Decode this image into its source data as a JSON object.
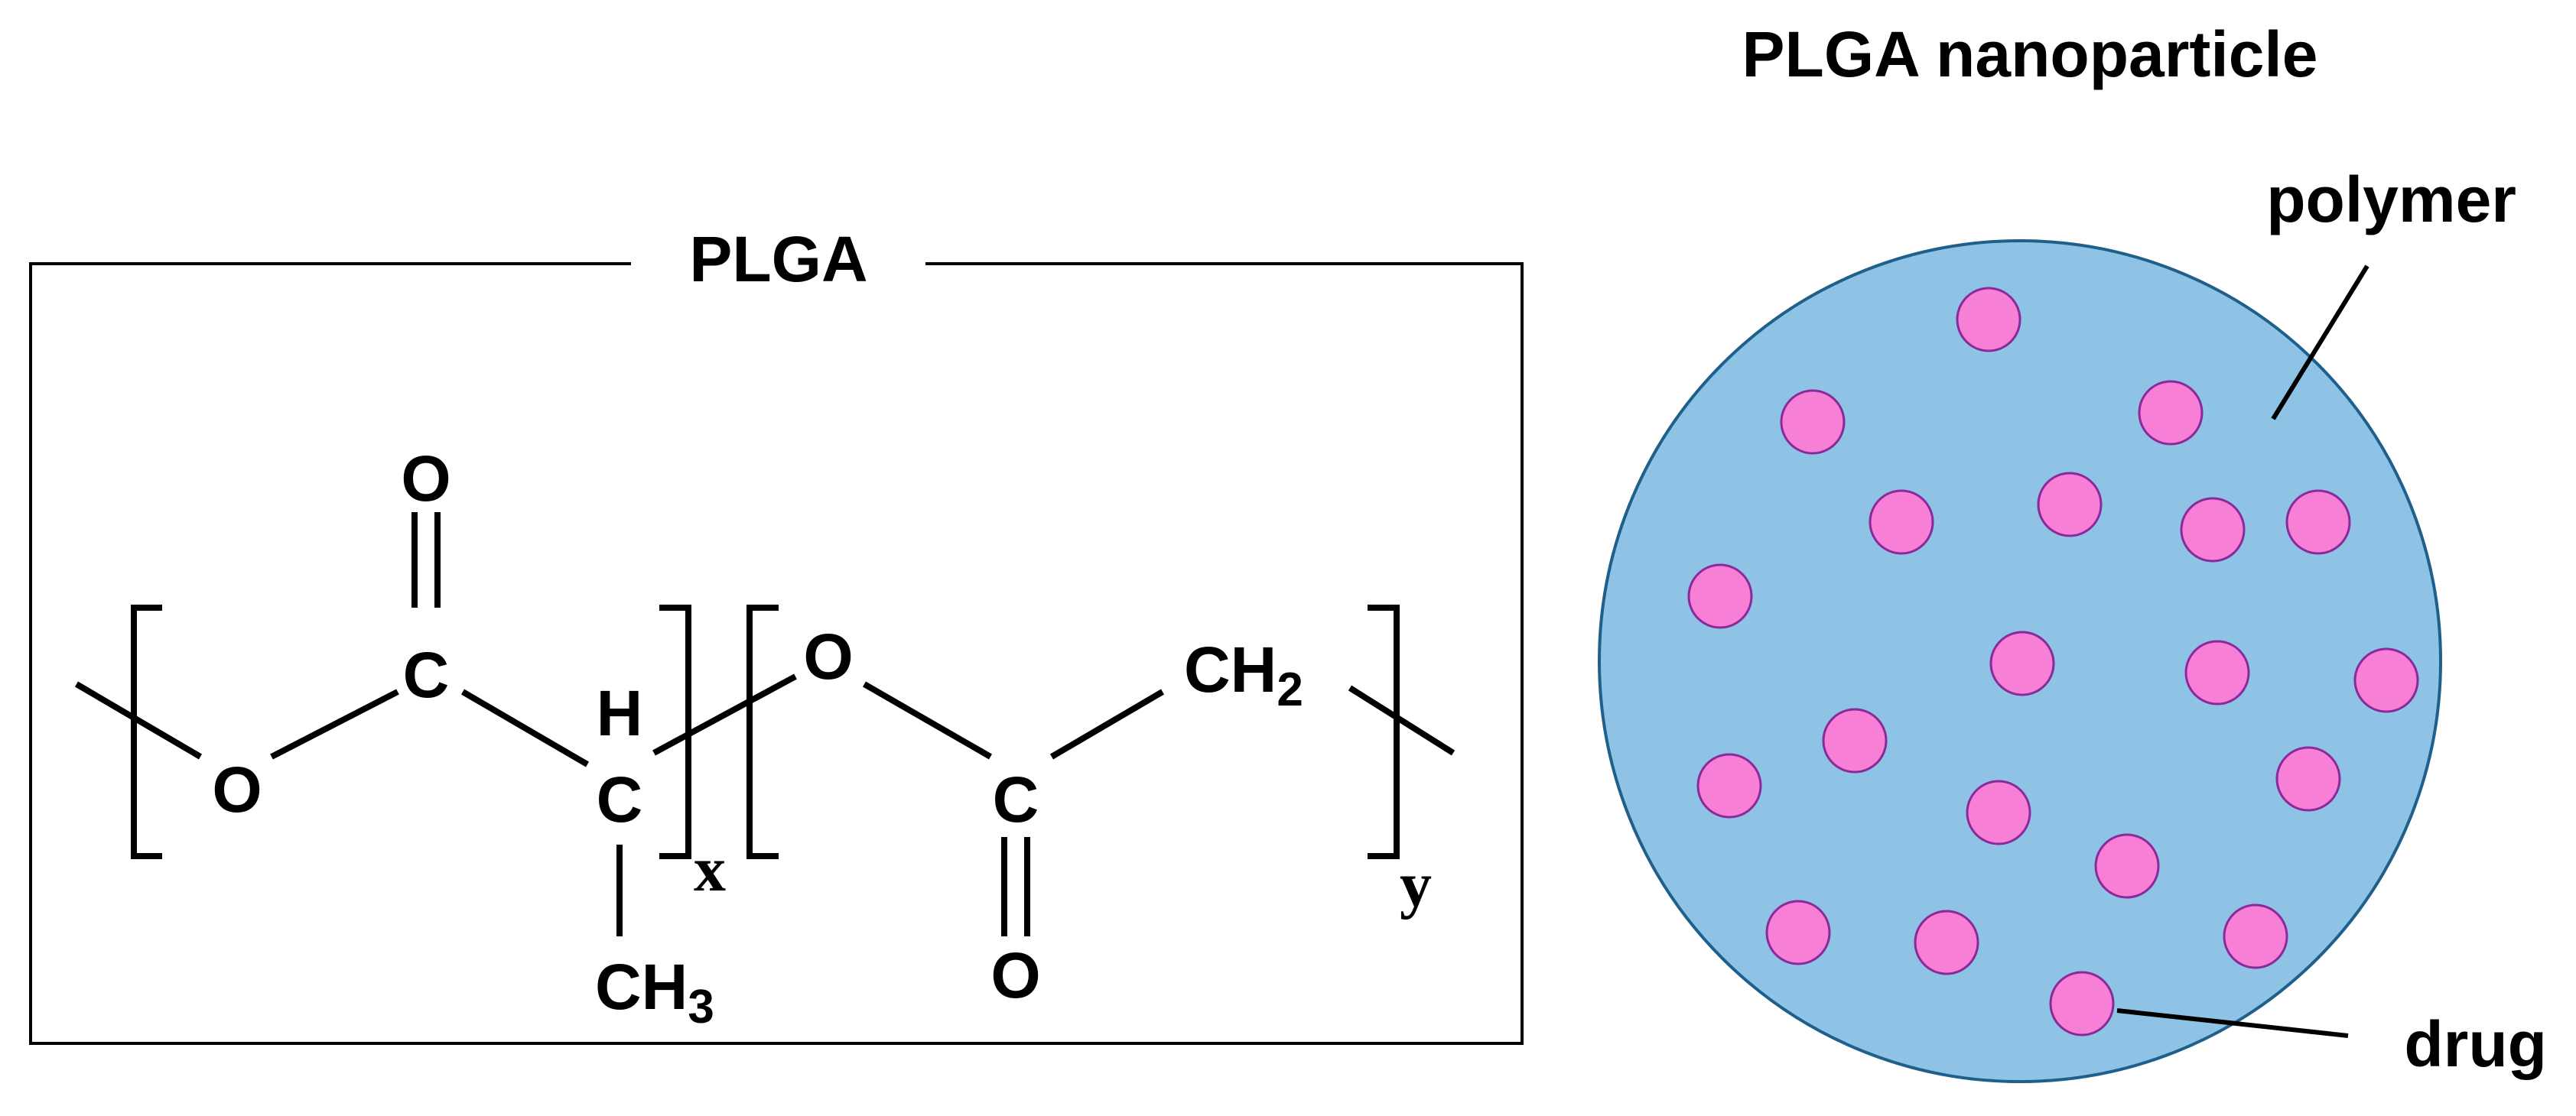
{
  "left_panel": {
    "title": "PLGA",
    "atoms": {
      "o_carbonyl_1": "O",
      "c_carbonyl_1": "C",
      "h_alpha": "H",
      "c_alpha": "C",
      "o_ester_1": "O",
      "methyl_ch": "CH",
      "methyl_sub": "3",
      "o_ester_2": "O",
      "ch2_ch": "CH",
      "ch2_sub": "2",
      "c_carbonyl_2": "C",
      "o_carbonyl_2": "O"
    },
    "subscript_x": "x",
    "subscript_y": "y"
  },
  "right_panel": {
    "title": "PLGA nanoparticle",
    "polymer_label": "polymer",
    "drug_label": "drug",
    "colors": {
      "particle_fill": "#8EC3E6",
      "particle_stroke": "#1F5F8B",
      "drug_fill": "#F77FD6",
      "drug_stroke": "#8A2A9A"
    },
    "drug_count": 22
  }
}
